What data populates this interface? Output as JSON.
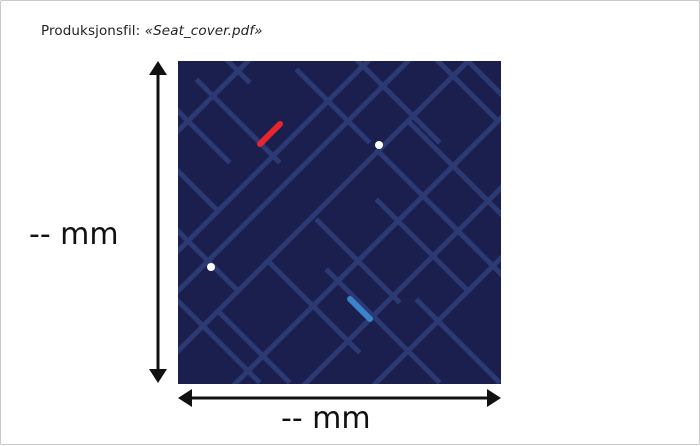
{
  "file": {
    "prefix": "Produksjonsfil: ",
    "name": "«Seat_cover.pdf»"
  },
  "dimensions": {
    "height_label": "-- mm",
    "width_label": "-- mm"
  },
  "colors": {
    "background": "#1a1f4e",
    "pattern_line": "#2c3a74",
    "arrow": "#111111",
    "red_mark": "#e8242c",
    "blue_mark": "#3b82c8",
    "dot": "#ffffff"
  }
}
